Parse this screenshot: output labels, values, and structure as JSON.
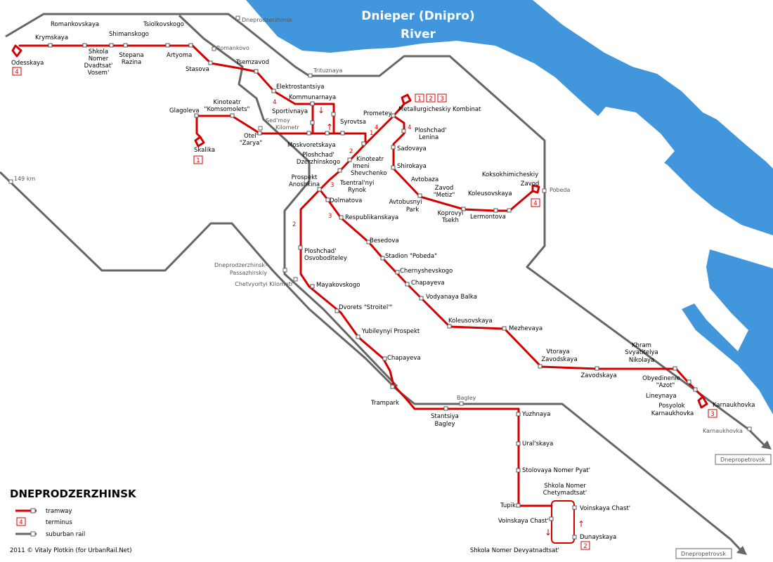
{
  "river": {
    "line1": "Dnieper (Dnipro)",
    "line2": "River"
  },
  "title": "DNEPRODZERZHINSK",
  "legend": {
    "tramway": "tramway",
    "terminus": "terminus",
    "suburban_rail": "suburban rail",
    "terminus_sample": "4"
  },
  "credit": "2011 © Vitaly Plotkin (for UrbanRail.Net)",
  "rail_stations": {
    "dneprodzerzhinsk": "Dneprodzerzhinsk",
    "romankovo": "Romankovo",
    "tritsuznaya": "Trituznaya",
    "sedmoy_line1": "Sed'moy",
    "sedmoy_line2": "Kilometr",
    "km149": "149 km",
    "pobeda": "Pobeda",
    "passazhirskiy_line1": "Dneprodzerzhinsk-",
    "passazhirskiy_line2": "Passazhirskiy",
    "chetvyortyi": "Chetvyortyi Kilometr",
    "bagley": "Bagley",
    "karnaukhovka": "Karnaukhovka",
    "dnepropetrovsk_1": "Dnepropetrovsk",
    "dnepropetrovsk_2": "Dnepropetrovsk"
  },
  "stops": {
    "romankovskaya": "Romankovskaya",
    "krymskaya": "Krymskaya",
    "odesskaya": "Odesskaya",
    "shkola8_1": "Shkola",
    "shkola8_2": "Nomer",
    "shkola8_3": "Dvadtsat'",
    "shkola8_4": "Vosem'",
    "shimanskogo": "Shimanskogo",
    "tsiolkovskogo": "Tsiolkovskogo",
    "stepana_1": "Stepana",
    "stepana_2": "Razina",
    "artyoma": "Artyoma",
    "stasova": "Stasova",
    "tsemzavod": "Tsemzavod",
    "elektrostantsiya": "Elektrostantsiya",
    "kommunarnaya": "Kommunarnaya",
    "sportivnaya": "Sportivnaya",
    "syrovtsa": "Syrovtsa",
    "kinoteatr_k1": "Kinoteatr",
    "kinoteatr_k2": "\"Komsomolets\"",
    "glagoleva": "Glagoleva",
    "skalika": "Skalika",
    "otel_1": "Otel'",
    "otel_2": "\"Zarya\"",
    "moskvoretskaya": "Moskvoretskaya",
    "ploshchad_dz_1": "Ploshchad'",
    "ploshchad_dz_2": "Dzerzhinskogo",
    "prometey": "Prometey",
    "metkombinat": "Metallurgicheskiy Kombinat",
    "ploshchad_len_1": "Ploshchad'",
    "ploshchad_len_2": "Lenina",
    "sadovaya": "Sadovaya",
    "shirokaya": "Shirokaya",
    "avtobaza": "Avtobaza",
    "zavod_metiz_1": "Zavod",
    "zavod_metiz_2": "\"Metiz\"",
    "avtopark_1": "Avtobusnyi",
    "avtopark_2": "Park",
    "koprovyi_1": "Koprovyi",
    "koprovyi_2": "Tsekh",
    "lermontova": "Lermontova",
    "koleusovskaya_n": "Koleusovskaya",
    "koksokhim_1": "Koksokhimicheskiy",
    "koksokhim_2": "Zavod",
    "kinoteatr_s1": "Kinoteatr",
    "kinoteatr_s2": "Imeni",
    "kinoteatr_s3": "Shevchenko",
    "tsentr_1": "Tsentral'nyi",
    "tsentr_2": "Rynok",
    "anoshkina_1": "Prospekt",
    "anoshkina_2": "Anoshkina",
    "dolmatova": "Dolmatova",
    "respublikanskaya": "Respublikanskaya",
    "besedova": "Besedova",
    "stadion": "Stadion \"Pobeda\"",
    "chernyshevskogo": "Chernyshevskogo",
    "chapayeva_n": "Chapayeva",
    "vodyanaya": "Vodyanaya Balka",
    "koleusovskaya_s": "Koleusovskaya",
    "mezhevaya": "Mezhevaya",
    "vtoraya_1": "Vtoraya",
    "vtoraya_2": "Zavodskaya",
    "zavodskaya": "Zavodskaya",
    "khram_1": "Khram",
    "khram_2": "Svyatitelya",
    "khram_3": "Nikolaya",
    "azot_1": "Obyedinenie",
    "azot_2": "\"Azot\"",
    "lineynaya": "Lineynaya",
    "posyolok_1": "Posyolok",
    "posyolok_2": "Karnaukhovka",
    "karnaukhovka": "Karnaukhovka",
    "osvob_1": "Ploshchad'",
    "osvob_2": "Osvoboditeley",
    "mayakovskogo": "Mayakovskogo",
    "dvorets": "Dvorets \"Stroitel'\"",
    "yubileynyi": "Yubileynyi Prospekt",
    "chapayeva_s": "Chapayeva",
    "trampark": "Trampark",
    "bagley_1": "Stantsiya",
    "bagley_2": "Bagley",
    "yuzhnaya": "Yuzhnaya",
    "uralskaya": "Ural'skaya",
    "stolovaya": "Stolovaya Nomer Pyat'",
    "shkola14_1": "Shkola Nomer",
    "shkola14_2": "Chetymadtsat'",
    "tupik": "Tupik",
    "voinskaya_e": "Voinskaya Chast'",
    "voinskaya_w": "Voinskaya Chast'",
    "dunayskaya": "Dunayskaya",
    "shkola29": "Shkola Nomer Devyatnadtsat'"
  },
  "termini": {
    "odesskaya": "4",
    "skalika": "1",
    "met1": "1",
    "met2": "2",
    "met3": "3",
    "koksokhim": "4",
    "karnaukhovka": "3",
    "dunayskaya": "2"
  },
  "route_numbers": {
    "r4_elektro": "4",
    "r1_a": "1",
    "r4_b": "4",
    "r4_c": "4",
    "r2_a": "2",
    "r3_a": "3",
    "r2_b": "2",
    "r3_b": "3"
  },
  "arrows": {
    "down1": "↓",
    "up1": "↑",
    "down2": "↓",
    "up2": "↑"
  },
  "colors": {
    "tram": "#d40000",
    "rail": "#666666",
    "river": "#4196dc"
  }
}
